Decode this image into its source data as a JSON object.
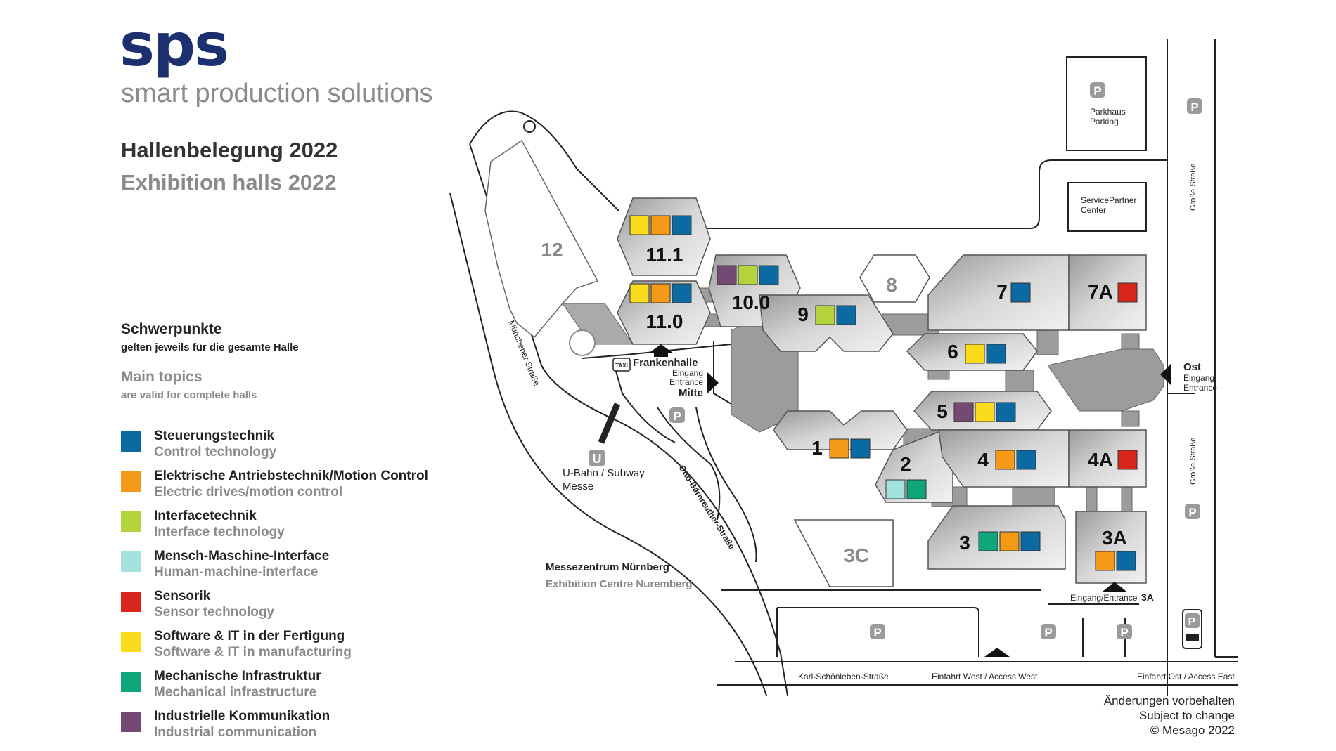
{
  "logo": {
    "brand": "sps",
    "tagline": "smart production solutions"
  },
  "heading": {
    "de": "Hallenbelegung 2022",
    "en": "Exhibition halls 2022"
  },
  "topics": {
    "de": "Schwerpunkte",
    "de_sub": "gelten jeweils für die gesamte Halle",
    "en": "Main topics",
    "en_sub": "are valid for complete halls"
  },
  "colors": {
    "steuerung": "#0a6aa1",
    "antrieb": "#f59a16",
    "interface": "#b5d33d",
    "hmi": "#a5e2de",
    "sensorik": "#d9261c",
    "software": "#fadc1c",
    "mechanik": "#0ea67a",
    "kommunikation": "#744a74"
  },
  "legend": [
    {
      "key": "steuerung",
      "de": "Steuerungstechnik",
      "en": "Control technology"
    },
    {
      "key": "antrieb",
      "de": "Elektrische Antriebstechnik/Motion Control",
      "en": "Electric drives/motion control"
    },
    {
      "key": "interface",
      "de": "Interfacetechnik",
      "en": "Interface technology"
    },
    {
      "key": "hmi",
      "de": "Mensch-Maschine-Interface",
      "en": "Human-machine-interface"
    },
    {
      "key": "sensorik",
      "de": "Sensorik",
      "en": "Sensor technology"
    },
    {
      "key": "software",
      "de": "Software & IT in der Fertigung",
      "en": "Software & IT in manufacturing"
    },
    {
      "key": "mechanik",
      "de": "Mechanische Infrastruktur",
      "en": "Mechanical infrastructure"
    },
    {
      "key": "kommunikation",
      "de": "Industrielle Kommunikation",
      "en": "Industrial communication"
    }
  ],
  "halls": [
    {
      "id": "12",
      "topics": []
    },
    {
      "id": "11.1",
      "topics": [
        "software",
        "antrieb",
        "steuerung"
      ]
    },
    {
      "id": "11.0",
      "topics": [
        "software",
        "antrieb",
        "steuerung"
      ]
    },
    {
      "id": "10.0",
      "topics": [
        "kommunikation",
        "interface",
        "steuerung"
      ]
    },
    {
      "id": "9",
      "topics": [
        "interface",
        "steuerung"
      ]
    },
    {
      "id": "8",
      "topics": []
    },
    {
      "id": "7",
      "topics": [
        "steuerung"
      ]
    },
    {
      "id": "7A",
      "topics": [
        "sensorik"
      ]
    },
    {
      "id": "6",
      "topics": [
        "software",
        "steuerung"
      ]
    },
    {
      "id": "5",
      "topics": [
        "kommunikation",
        "software",
        "steuerung"
      ]
    },
    {
      "id": "4",
      "topics": [
        "antrieb",
        "steuerung"
      ]
    },
    {
      "id": "4A",
      "topics": [
        "sensorik"
      ]
    },
    {
      "id": "3",
      "topics": [
        "mechanik",
        "antrieb",
        "steuerung"
      ]
    },
    {
      "id": "3A",
      "topics": [
        "antrieb",
        "steuerung"
      ]
    },
    {
      "id": "3C",
      "topics": []
    },
    {
      "id": "2",
      "topics": [
        "hmi",
        "mechanik"
      ]
    },
    {
      "id": "1",
      "topics": [
        "antrieb",
        "steuerung"
      ]
    }
  ],
  "labels": {
    "parkhaus": "Parkhaus",
    "parking": "Parking",
    "service1": "ServicePartner",
    "service2": "Center",
    "grosse": "Große Straße",
    "ost": "Ost",
    "ost_eingang": "Eingang",
    "ost_entrance": "Entrance",
    "frankenhalle": "Frankenhalle",
    "mitte_eingang": "Eingang",
    "mitte_entrance": "Entrance",
    "mitte": "Mitte",
    "taxi": "TAXI",
    "p": "P",
    "u": "U",
    "ubahn1": "U-Bahn / Subway",
    "ubahn2": "Messe",
    "muenchener": "Münchener Straße",
    "otto": "Otto-Bärnreuther-Straße",
    "messe_de": "Messezentrum Nürnberg",
    "messe_en": "Exhibition Centre Nuremberg",
    "eingang3a": "Eingang/Entrance",
    "eingang3a_b": "3A",
    "karl": "Karl-Schönleben-Straße",
    "west": "Einfahrt West / Access West",
    "east": "Einfahrt Ost / Access East"
  },
  "footer": {
    "l1": "Änderungen vorbehalten",
    "l2": "Subject to change",
    "l3": "© Mesago 2022"
  }
}
